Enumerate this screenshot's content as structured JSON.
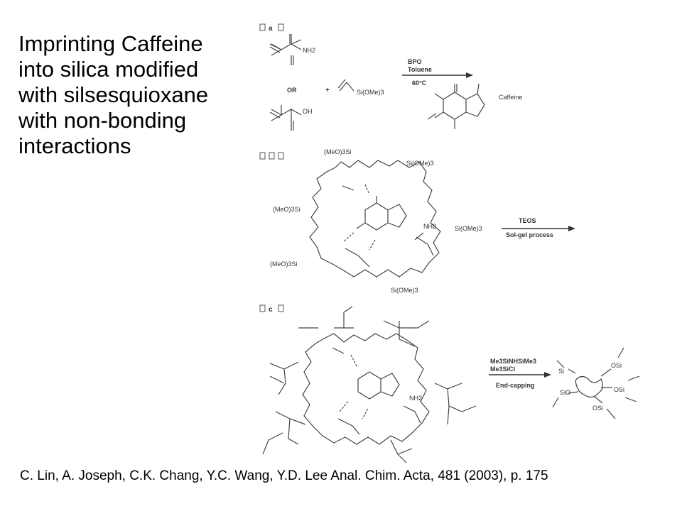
{
  "title": {
    "lines": [
      "Imprinting Caffeine",
      "into silica modified",
      "with silsesquioxane",
      "with non-bonding",
      "interactions"
    ]
  },
  "panels": {
    "a": {
      "label": "a",
      "reagent_top": "BPO",
      "reagent_mid": "Toluene",
      "reagent_bottom": "60°C",
      "or_text": "OR",
      "plus_text": "+",
      "amide_group": "NH2",
      "acid_group": "OH",
      "silane_group": "Si(OMe)3",
      "template_name": "Caffeine"
    },
    "b": {
      "label": "",
      "reagent_top": "TEOS",
      "reagent_bottom": "Sol-gel process",
      "groups": [
        "(MeO)3Si",
        "Si(OMe)3",
        "(MeO)3Si",
        "Si(OMe)3",
        "(MeO)3Si",
        "Si(OMe)3"
      ],
      "amide": "NH2"
    },
    "c": {
      "label": "c",
      "reagent_top": "Me3SiNHSiMe3",
      "reagent_mid": "Me3SiCl",
      "reagent_bottom": "End-capping",
      "amide": "NH2",
      "product_groups": [
        "Si",
        "OSi",
        "OSi",
        "SiO",
        "OSi"
      ]
    }
  },
  "citation": "C. Lin, A. Joseph, C.K. Chang, Y.C. Wang, Y.D. Lee Anal. Chim. Acta, 481 (2003), p. 175"
}
